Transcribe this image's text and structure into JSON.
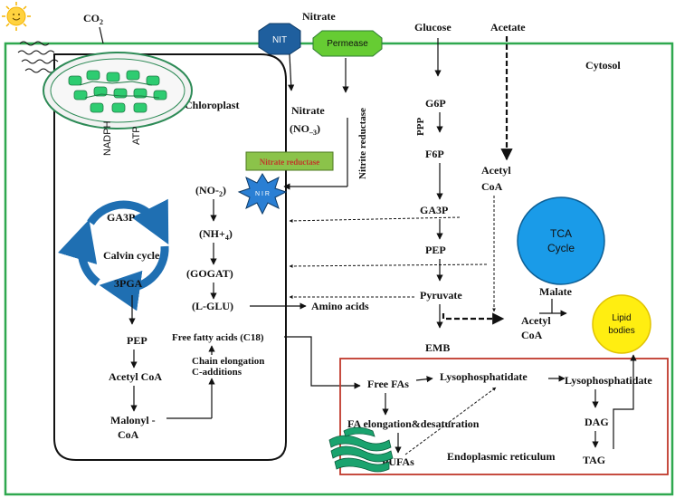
{
  "labels": {
    "co2": "CO",
    "co2_sub": "2",
    "nitrate_top": "Nitrate",
    "glucose": "Glucose",
    "acetate": "Acetate",
    "cytosol": "Cytosol",
    "nit": "NIT",
    "permease": "Permease",
    "chloroplast": "Chloroplast",
    "nadph": "NADPH",
    "atp": "ATP",
    "nitrate_inner": "Nitrate",
    "no3": "(NO",
    "no3_sub": "–3",
    "no3_close": ")",
    "nitrate_reductase": "Nitrate reductase",
    "nitrite_reductase": "Nitrite reductase",
    "nir": "N I R",
    "no2": "(NO-",
    "no2_sub": "2",
    "no2_close": ")",
    "nh4": "(NH+",
    "nh4_sub": "4",
    "nh4_close": ")",
    "gogat": "(GOGAT)",
    "lglu": "(L-GLU)",
    "amino_acids": "Amino acids",
    "ga3p_calvin": "GA3P",
    "calvin_cycle": "Calvin cycle",
    "pga3": "3PGA",
    "pep_chloro": "PEP",
    "acetyl_coa_chloro": "Acetyl CoA",
    "malonyl_1": "Malonyl -",
    "malonyl_2": "CoA",
    "free_fatty_acids": "Free fatty acids (C18)",
    "chain_elong_1": "Chain elongation",
    "chain_elong_2": "C-additions",
    "g6p": "G6P",
    "ppp": "PPP",
    "f6p": "F6P",
    "ga3p": "GA3P",
    "pep": "PEP",
    "pyruvate": "Pyruvate",
    "emb": "EMB",
    "acetyl_coa_1": "Acetyl",
    "acetyl_coa_2": "CoA",
    "tca_1": "TCA",
    "tca_2": "Cycle",
    "malate": "Malate",
    "acetyl_coa_b1": "Acetyl",
    "acetyl_coa_b2": "CoA",
    "lipid_1": "Lipid",
    "lipid_2": "bodies",
    "free_fas": "Free FAs",
    "lyso_1": "Lysophosphatidate",
    "lyso_2": "Lysophosphatidate",
    "fa_elong": "FA elongation&desaturation",
    "pufas": "PUFAs",
    "er": "Endoplasmic reticulum",
    "dag": "DAG",
    "tag": "TAG"
  },
  "colors": {
    "cell_border": "#2fa84f",
    "er_border": "#c0392b",
    "nit_fill": "#1f5f9e",
    "permease_fill": "#66cc33",
    "nitrate_reductase_fill": "#8bc34a",
    "nitrate_reductase_text": "#c0392b",
    "nir_fill": "#2a7fd4",
    "tca_fill": "#1a9be8",
    "lipid_fill": "#ffee11",
    "calvin_arrow": "#1f6fb2",
    "sun": "#f5b400",
    "chloroplast_organelle": "#2e8b57"
  }
}
